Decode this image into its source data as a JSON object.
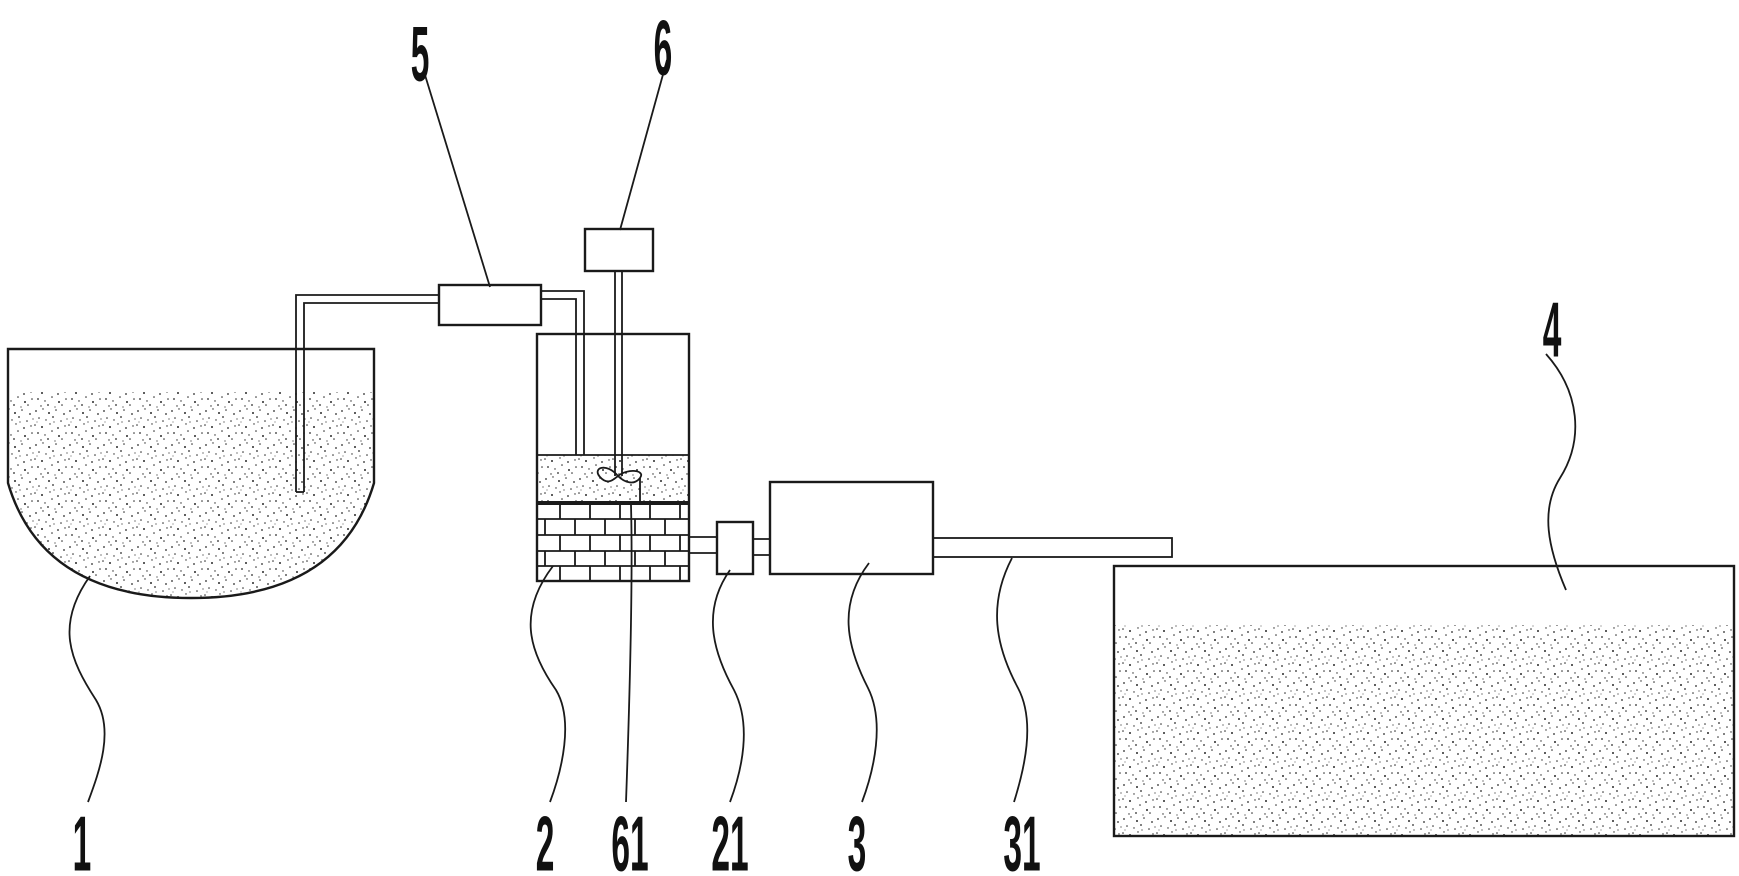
{
  "labels": {
    "l1": "1",
    "l2": "2",
    "l3": "3",
    "l4": "4",
    "l5": "5",
    "l6": "6",
    "l21": "21",
    "l31": "31",
    "l61": "61"
  },
  "colors": {
    "line": "#1a1a1a",
    "stipple": "#2a2a2a",
    "background": "#ffffff"
  }
}
